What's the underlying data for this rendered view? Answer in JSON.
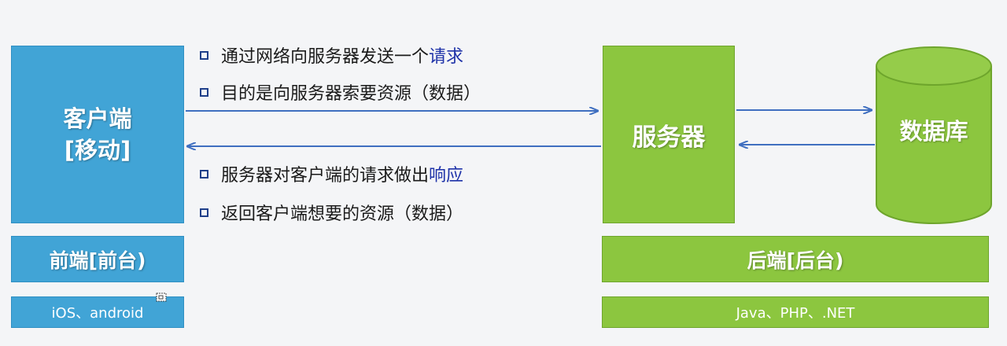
{
  "client": {
    "line1": "客户端",
    "line2": "[移动]"
  },
  "frontend": {
    "label": "前端[前台)",
    "tech": "iOS、android"
  },
  "server": {
    "label": "服务器"
  },
  "backend": {
    "label": "后端[后台)",
    "tech": "Java、PHP、.NET"
  },
  "database": {
    "label": "数据库"
  },
  "request": {
    "line1_text": "通过网络向服务器发送一个",
    "line1_highlight": "请求",
    "line2": "目的是向服务器索要资源（数据）"
  },
  "response": {
    "line1_text": "服务器对客户端的请求做出",
    "line1_highlight": "响应",
    "line2": "返回客户端想要的资源（数据）"
  },
  "colors": {
    "client": "#41a4d6",
    "server": "#8cc63f",
    "arrow": "#3f6fc0",
    "highlight": "#1e32a8"
  }
}
